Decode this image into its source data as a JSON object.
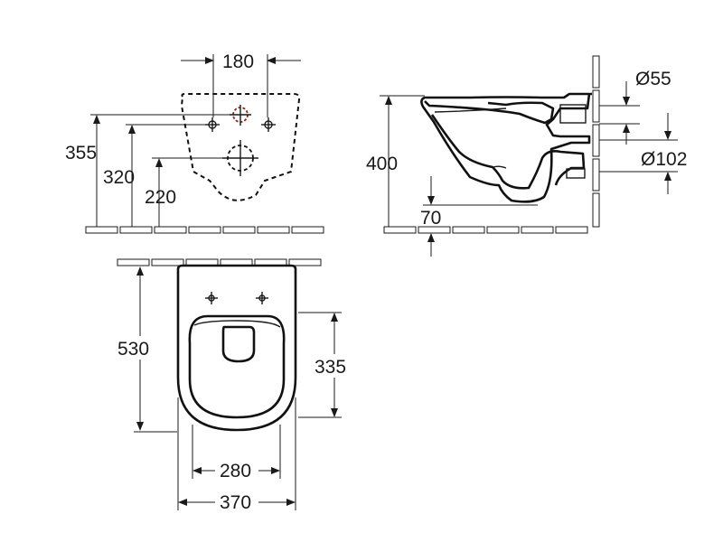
{
  "dimensions": {
    "top_fixing_spacing": "180",
    "top_height_355": "355",
    "top_height_320": "320",
    "top_height_220": "220",
    "side_height_400": "400",
    "side_outlet_70": "70",
    "side_diameter_55": "Ø55",
    "side_diameter_102": "Ø102",
    "plan_depth_530": "530",
    "plan_seat_335": "335",
    "plan_width_280": "280",
    "plan_width_370": "370"
  }
}
